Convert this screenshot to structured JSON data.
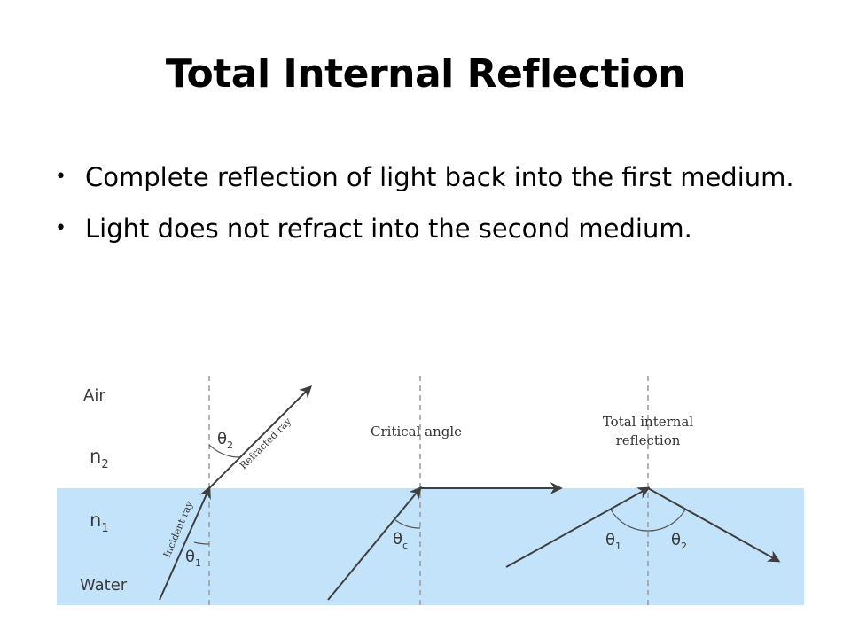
{
  "slide": {
    "title": "Total Internal Reflection",
    "bullets": [
      "Complete reflection of light back into the first medium.",
      "Light does not refract into the second medium."
    ]
  },
  "diagram": {
    "labels": {
      "air": "Air",
      "n2": "n",
      "n2_sub": "2",
      "n1": "n",
      "n1_sub": "1",
      "water": "Water",
      "critical_angle": "Critical angle",
      "total_internal_line1": "Total internal",
      "total_internal_line2": "reflection",
      "refracted_ray": "Refracted ray",
      "incident_ray": "Incident ray",
      "theta": "θ",
      "sub_1": "1",
      "sub_2": "2",
      "sub_c": "c"
    },
    "colors": {
      "water": "#c3e3fb",
      "ray": "#3f3f3f",
      "normal": "#9a9a9a"
    }
  }
}
